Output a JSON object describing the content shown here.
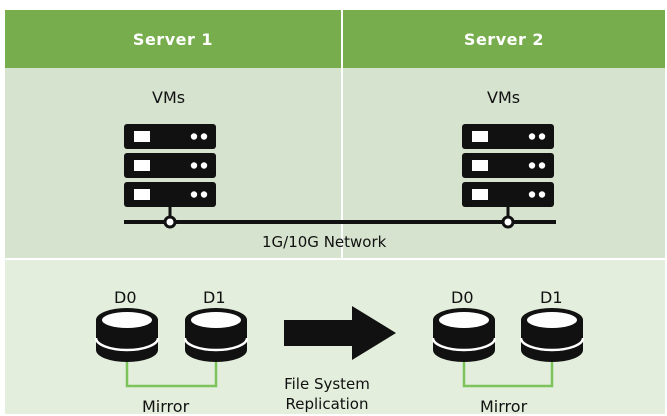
{
  "servers": [
    {
      "title": "Server 1",
      "vms_label": "VMs",
      "disks": [
        "D0",
        "D1"
      ],
      "mirror_label": "Mirror"
    },
    {
      "title": "Server 2",
      "vms_label": "VMs",
      "disks": [
        "D0",
        "D1"
      ],
      "mirror_label": "Mirror"
    }
  ],
  "network_label": "1G/10G Network",
  "replication_label": "File System Replication",
  "colors": {
    "header": "#78ad4d",
    "top_band": "#d6e3cf",
    "bottom_band": "#e3eedc",
    "mirror_link": "#7cc35a",
    "icon": "#111111"
  },
  "icons": [
    "server-rack-icon",
    "disk-icon",
    "right-arrow-icon"
  ]
}
